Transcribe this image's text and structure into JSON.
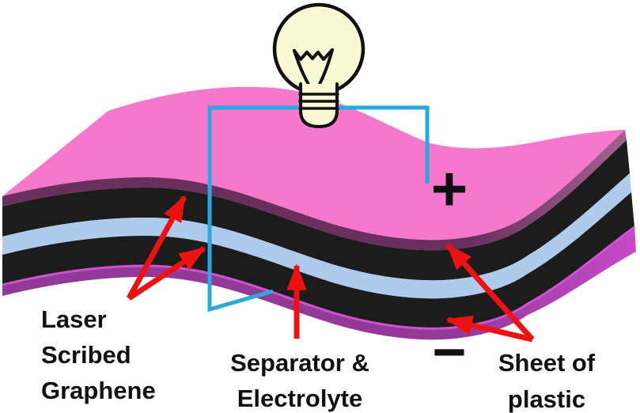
{
  "labels": {
    "laser_scribed_graphene": {
      "line1": "Laser",
      "line2": "Scribed",
      "line3": "Graphene"
    },
    "separator_electrolyte": {
      "line1": "Separator &",
      "line2": "Electrolyte"
    },
    "sheet_of_plastic": {
      "line1": "Sheet of",
      "line2": "plastic"
    },
    "positive_terminal": "+",
    "negative_terminal": "−"
  },
  "colors": {
    "background": "#ffffff",
    "top_sheet_pink": "#f678cd",
    "plastic_edge_dark": "#6b2f5e",
    "plastic_edge_light": "#a2638f",
    "graphene_black": "#1c1c1c",
    "separator_blue": "#aecbeb",
    "bottom_plastic_dark": "#933a98",
    "bottom_plastic_bright": "#c649c9",
    "bottom_plastic_highlight": "#cf52cf",
    "wire_blue": "#29a9e0",
    "arrow_red": "#ee1111",
    "bulb_fill": "#fbf8d5",
    "outline_black": "#111111",
    "text_black": "#111111"
  },
  "icons": {
    "bulb": "light-bulb-icon",
    "wire": "circuit-wire",
    "arrows": "red-pointer-arrows"
  }
}
